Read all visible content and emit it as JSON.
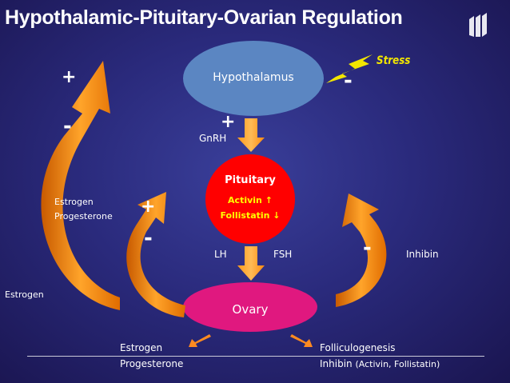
{
  "title": "Hypothalamic-Pituitary-Ovarian Regulation",
  "nodes": {
    "hypothalamus": "Hypothalamus",
    "pituitary": "Pituitary",
    "activin": "Activin ↑",
    "follistatin": "Follistatin ↓",
    "ovary": "Ovary"
  },
  "labels": {
    "stress": "Stress",
    "gnrh": "GnRH",
    "lh": "LH",
    "fsh": "FSH",
    "inhibin": "Inhibin",
    "estrogen_left": "Estrogen",
    "estrogen_mid": "Estrogen",
    "progesterone_mid": "Progesterone",
    "bottom_estrogen": "Estrogen",
    "bottom_progesterone": "Progesterone",
    "folliculogenesis": "Folliculogenesis",
    "inhibin_bottom": "Inhibin",
    "inhibin_bottom_paren": "(Activin, Follistatin)"
  },
  "signs": {
    "plus": "+",
    "minus": "-"
  },
  "colors": {
    "hypothalamus": "#5b86c2",
    "pituitary": "#ff0000",
    "ovary": "#e0187f",
    "arrow": "#ffa020",
    "stress": "#f2e600",
    "highlight": "#ffff00"
  }
}
